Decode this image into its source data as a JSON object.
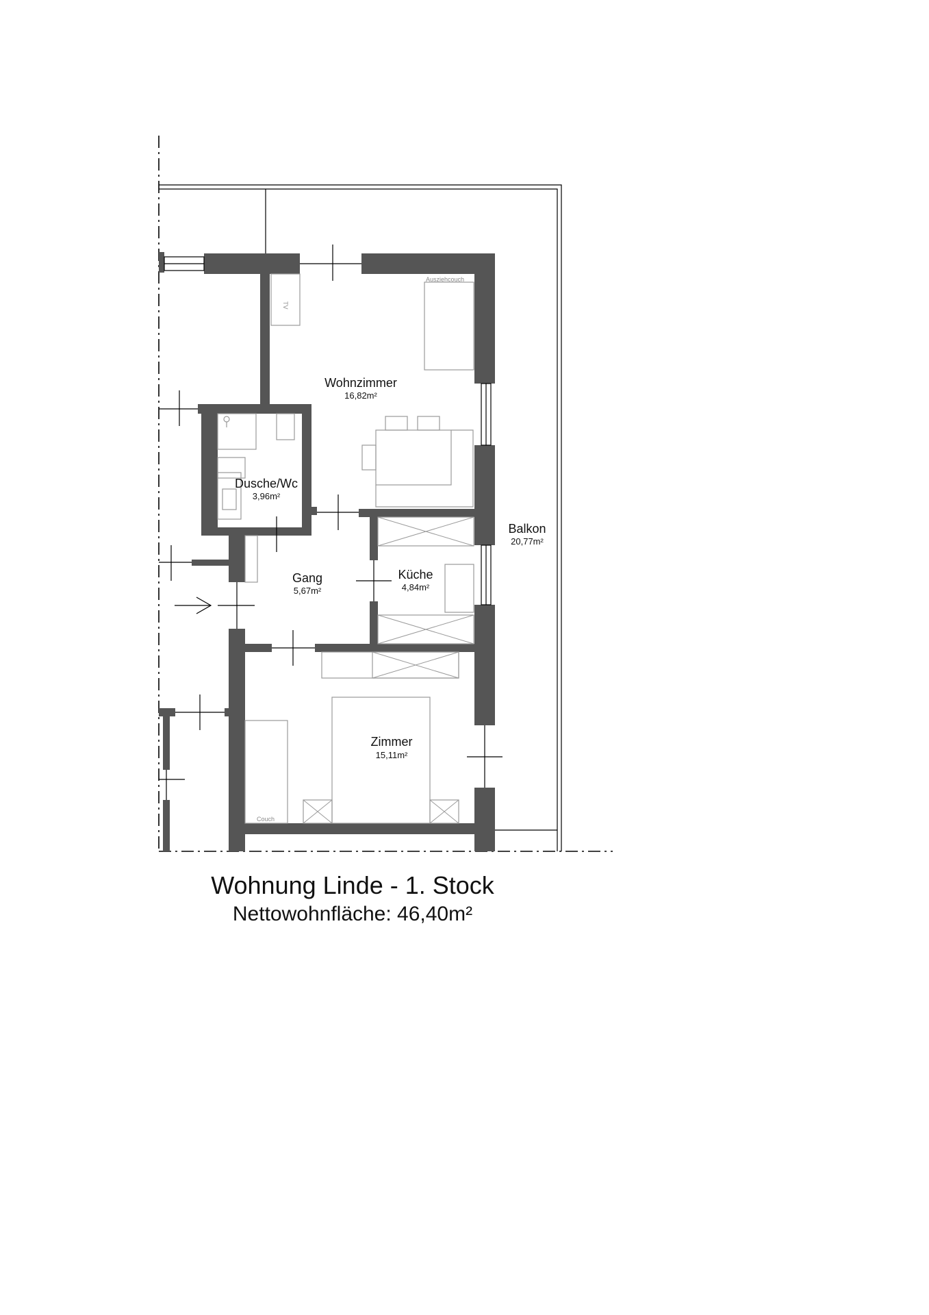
{
  "plan": {
    "rooms": [
      {
        "id": "wohnzimmer",
        "name": "Wohnzimmer",
        "area": "16,82m²"
      },
      {
        "id": "dusche",
        "name": "Dusche/Wc",
        "area": "3,96m²"
      },
      {
        "id": "gang",
        "name": "Gang",
        "area": "5,67m²"
      },
      {
        "id": "kueche",
        "name": "Küche",
        "area": "4,84m²"
      },
      {
        "id": "balkon",
        "name": "Balkon",
        "area": "20,77m²"
      },
      {
        "id": "zimmer",
        "name": "Zimmer",
        "area": "15,11m²"
      }
    ],
    "furniture_labels": {
      "tv": "TV",
      "ausziehcouch": "Ausziehcouch",
      "couch": "Couch"
    }
  },
  "footer": {
    "title": "Wohnung Linde - 1. Stock",
    "subtitle": "Nettowohnfläche: 46,40m²"
  },
  "colors": {
    "wall": "#555555",
    "lines": "#000000",
    "furniture": "#9a9a9a"
  }
}
